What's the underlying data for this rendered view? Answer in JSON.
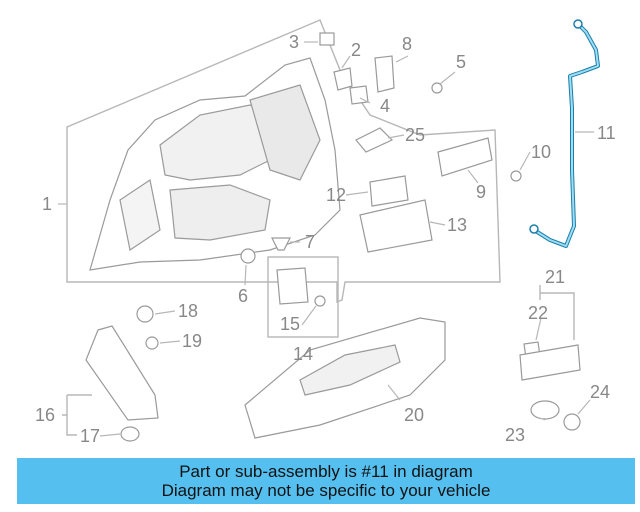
{
  "diagram": {
    "callouts": [
      "1",
      "2",
      "3",
      "4",
      "5",
      "6",
      "7",
      "8",
      "9",
      "10",
      "11",
      "12",
      "13",
      "14",
      "15",
      "16",
      "17",
      "18",
      "19",
      "20",
      "21",
      "22",
      "23",
      "24",
      "25"
    ],
    "highlight_part": "11",
    "colors": {
      "part_line": "#b7b7b7",
      "label": "#888888",
      "highlight_stroke": "#1a7fa8",
      "highlight_fill": "#9fdcf5"
    }
  },
  "banner": {
    "line1": "Part or sub-assembly is #11 in diagram",
    "line2": "Diagram may not be specific to your vehicle",
    "background": "#55c0f0"
  }
}
